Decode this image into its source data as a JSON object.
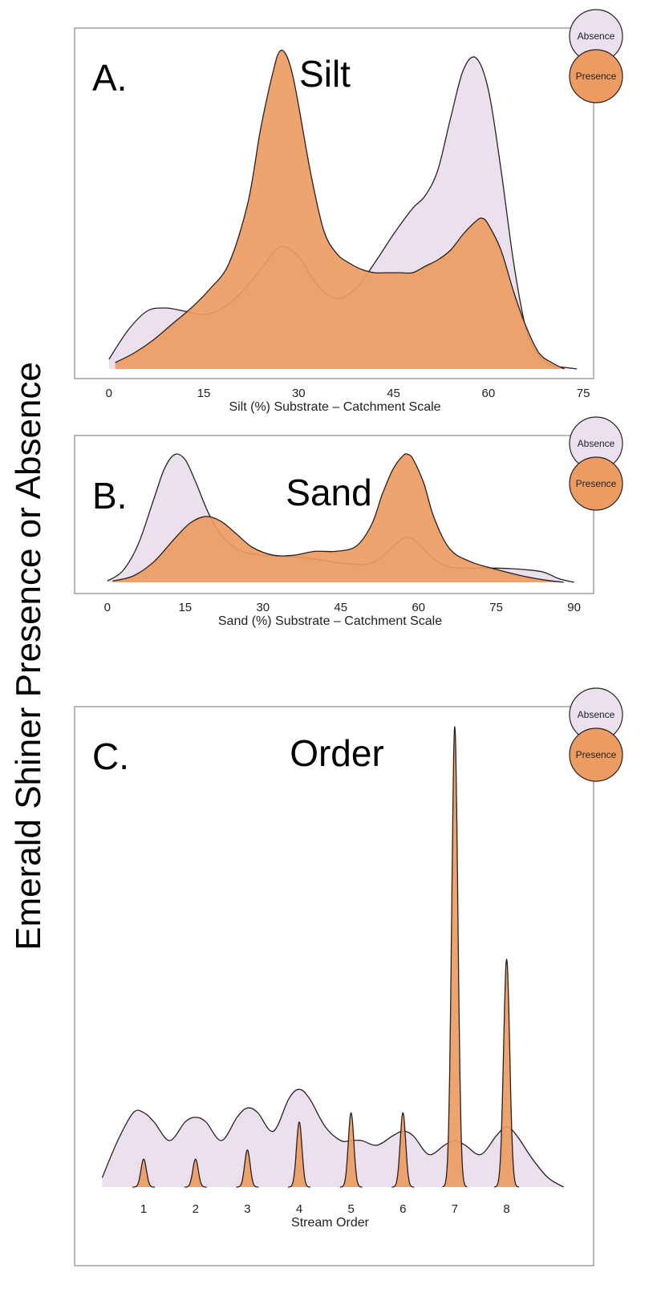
{
  "figure": {
    "ylabel": "Emerald Shiner Presence or Absence"
  },
  "colors": {
    "absence": "#ebe0ee",
    "presence": "#ec9c62",
    "stroke": "#2a2020",
    "frame": "#888888"
  },
  "chart_data": [
    {
      "type": "area",
      "letter": "A.",
      "title": "Silt",
      "xlabel": "Silt (%) Substrate – Catchment Scale",
      "xlim": [
        -2,
        76
      ],
      "ticks": [
        0,
        15,
        30,
        45,
        60,
        75
      ],
      "legend": [
        "Absence",
        "Presence"
      ],
      "series": [
        {
          "name": "Absence",
          "x": [
            0,
            3,
            6,
            9,
            12,
            15,
            18,
            21,
            24,
            27,
            30,
            33,
            36,
            39,
            42,
            45,
            48,
            50,
            52,
            54,
            56,
            58,
            60,
            62,
            64,
            66,
            68,
            70,
            72,
            74
          ],
          "y": [
            0.03,
            0.12,
            0.18,
            0.19,
            0.18,
            0.17,
            0.19,
            0.24,
            0.31,
            0.38,
            0.35,
            0.26,
            0.22,
            0.25,
            0.33,
            0.42,
            0.5,
            0.54,
            0.62,
            0.78,
            0.93,
            0.97,
            0.87,
            0.62,
            0.33,
            0.12,
            0.04,
            0.01,
            0.005,
            0
          ]
        },
        {
          "name": "Presence",
          "x": [
            1,
            4,
            7,
            10,
            13,
            16,
            19,
            22,
            24,
            26,
            27,
            28,
            29,
            30,
            32,
            34,
            36,
            38,
            40,
            42,
            44,
            46,
            48,
            50,
            52,
            54,
            56,
            58,
            59,
            60,
            62,
            64,
            66,
            68,
            70,
            72
          ],
          "y": [
            0.02,
            0.05,
            0.09,
            0.14,
            0.19,
            0.25,
            0.33,
            0.52,
            0.75,
            0.93,
            0.99,
            0.98,
            0.92,
            0.82,
            0.6,
            0.43,
            0.36,
            0.33,
            0.31,
            0.3,
            0.3,
            0.3,
            0.3,
            0.32,
            0.34,
            0.37,
            0.42,
            0.46,
            0.47,
            0.45,
            0.37,
            0.24,
            0.13,
            0.05,
            0.02,
            0
          ]
        }
      ]
    },
    {
      "type": "area",
      "letter": "B.",
      "title": "Sand",
      "xlabel": "Sand (%) Substrate – Catchment Scale",
      "xlim": [
        -4,
        93
      ],
      "ticks": [
        0,
        15,
        30,
        45,
        60,
        75,
        90
      ],
      "legend": [
        "Absence",
        "Presence"
      ],
      "series": [
        {
          "name": "Absence",
          "x": [
            0,
            3,
            6,
            9,
            11,
            13,
            15,
            17,
            19,
            21,
            23,
            26,
            30,
            35,
            40,
            45,
            50,
            53,
            56,
            58,
            60,
            63,
            66,
            70,
            75,
            80,
            84,
            87,
            90
          ],
          "y": [
            0.01,
            0.09,
            0.3,
            0.65,
            0.88,
            0.99,
            0.95,
            0.78,
            0.58,
            0.42,
            0.32,
            0.24,
            0.21,
            0.2,
            0.18,
            0.15,
            0.14,
            0.2,
            0.31,
            0.35,
            0.3,
            0.18,
            0.12,
            0.11,
            0.11,
            0.1,
            0.08,
            0.03,
            0
          ]
        },
        {
          "name": "Presence",
          "x": [
            1,
            5,
            9,
            13,
            16,
            19,
            22,
            25,
            28,
            32,
            36,
            40,
            44,
            48,
            51,
            53,
            55,
            57,
            58,
            59,
            61,
            63,
            66,
            70,
            75,
            80,
            84,
            88
          ],
          "y": [
            0.01,
            0.05,
            0.16,
            0.34,
            0.46,
            0.51,
            0.47,
            0.37,
            0.27,
            0.21,
            0.21,
            0.24,
            0.24,
            0.28,
            0.45,
            0.68,
            0.87,
            0.98,
            0.99,
            0.95,
            0.77,
            0.5,
            0.26,
            0.16,
            0.1,
            0.05,
            0.02,
            0
          ]
        }
      ]
    },
    {
      "type": "area",
      "letter": "C.",
      "title": "Order",
      "xlabel": "Stream Order",
      "xlim": [
        -0.1,
        9.6
      ],
      "ticks": [
        1,
        2,
        3,
        4,
        5,
        6,
        7,
        8
      ],
      "legend": [
        "Absence",
        "Presence"
      ],
      "series": [
        {
          "name": "Absence",
          "x": [
            0.2,
            0.5,
            0.8,
            1.0,
            1.2,
            1.5,
            1.8,
            2.0,
            2.2,
            2.5,
            2.8,
            3.0,
            3.2,
            3.5,
            3.8,
            4.0,
            4.2,
            4.5,
            4.8,
            5.0,
            5.2,
            5.5,
            5.8,
            6.0,
            6.2,
            6.5,
            6.8,
            7.0,
            7.2,
            7.5,
            7.8,
            8.0,
            8.2,
            8.5,
            8.8,
            9.1
          ],
          "y": [
            0.02,
            0.1,
            0.16,
            0.16,
            0.14,
            0.1,
            0.14,
            0.15,
            0.14,
            0.1,
            0.15,
            0.17,
            0.16,
            0.12,
            0.19,
            0.21,
            0.19,
            0.13,
            0.1,
            0.1,
            0.1,
            0.09,
            0.11,
            0.12,
            0.11,
            0.07,
            0.09,
            0.1,
            0.09,
            0.07,
            0.11,
            0.13,
            0.11,
            0.06,
            0.02,
            0
          ]
        },
        {
          "name": "Presence",
          "x": [
            1,
            2,
            3,
            4,
            5,
            6,
            7,
            8
          ],
          "y": [
            0.06,
            0.06,
            0.08,
            0.14,
            0.16,
            0.16,
            0.99,
            0.49
          ],
          "widths": [
            0.18,
            0.18,
            0.18,
            0.18,
            0.18,
            0.18,
            0.2,
            0.2
          ]
        }
      ]
    }
  ]
}
